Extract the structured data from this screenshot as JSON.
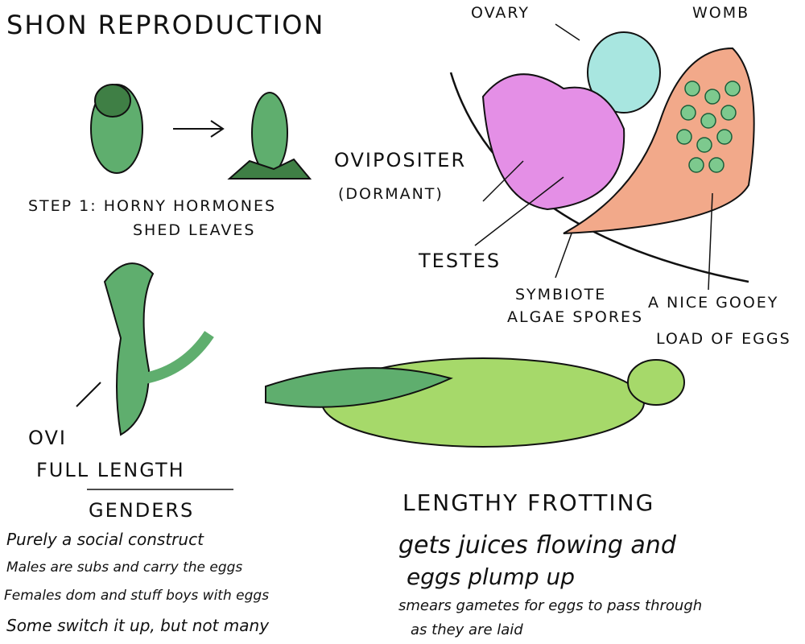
{
  "title": "SHON REPRODUCTION",
  "step1": {
    "line1": "STEP 1: HORNY HORMONES",
    "line2": "SHED LEAVES"
  },
  "anatomy": {
    "ovary": "OVARY",
    "womb": "WOMB",
    "ovipositer": "OVIPOSITER",
    "dormant": "(DORMANT)",
    "testes": "TESTES",
    "symbiote_1": "SYMBIOTE",
    "symbiote_2": "ALGAE SPORES",
    "eggs_1": "A NICE GOOEY",
    "eggs_2": "LOAD OF EGGS"
  },
  "ovi": {
    "line1": "OVI",
    "line2": "FULL LENGTH"
  },
  "genders": {
    "heading": "GENDERS",
    "lines": [
      "Purely a social construct",
      "Males are subs and carry the eggs",
      "Females dom and stuff boys with eggs",
      "Some switch it up, but not many"
    ]
  },
  "frotting": {
    "heading": "LENGTHY FROTTING",
    "line1": "gets juices flowing and",
    "line2": "eggs plump up",
    "line3": "smears gametes for eggs to pass through",
    "line4": "as they are laid"
  },
  "colors": {
    "green": "#5fae6e",
    "light_green": "#a6d96a",
    "pink": "#e48fe6",
    "cyan": "#a8e6e0",
    "salmon": "#f2a98a"
  }
}
